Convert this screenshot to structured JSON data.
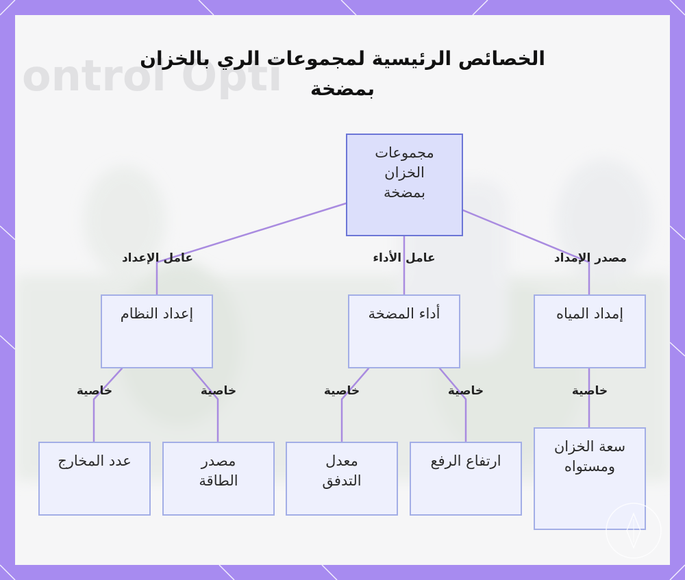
{
  "title": "الخصائص الرئيسية لمجموعات الري بالخزان بمضخة",
  "nodes": {
    "root": "مجموعات الخزان بمضخة",
    "setup": "إعداد النظام",
    "performance": "أداء المضخة",
    "supply": "إمداد المياه",
    "outlets": "عدد المخارج",
    "power": "مصدر الطاقة",
    "flow": "معدل التدفق",
    "lift": "ارتفاع الرفع",
    "capacity": "سعة الخزان ومستواه"
  },
  "edge_labels": {
    "setup_factor": "عامل الإعداد",
    "performance_factor": "عامل الأداء",
    "supply_source": "مصدر الإمداد",
    "property": "خاصية"
  },
  "colors": {
    "frame": "#a78bf0",
    "connector": "#a98be0",
    "node_border": "#a3aee6",
    "node_fill": "#eef0fd",
    "root_fill": "#dcdffb",
    "root_border": "#6b75d6"
  }
}
